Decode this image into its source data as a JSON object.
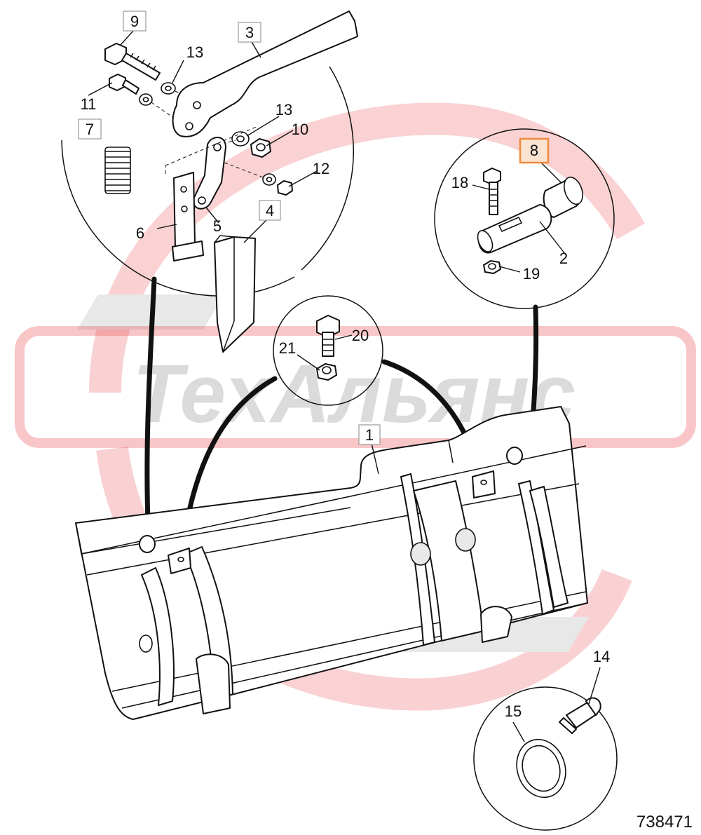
{
  "watermark": {
    "text": "ТехАльянс",
    "color": "#e8323a"
  },
  "callouts": {
    "n1": "1",
    "n2": "2",
    "n3": "3",
    "n4": "4",
    "n5": "5",
    "n6": "6",
    "n7": "7",
    "n8": "8",
    "n9": "9",
    "n10": "10",
    "n11": "11",
    "n12": "12",
    "n13a": "13",
    "n13b": "13",
    "n14": "14",
    "n15": "15",
    "n18": "18",
    "n19": "19",
    "n20": "20",
    "n21": "21"
  },
  "highlight": {
    "part": "8",
    "color": "#f08a3c"
  },
  "diagram_id": "738471"
}
